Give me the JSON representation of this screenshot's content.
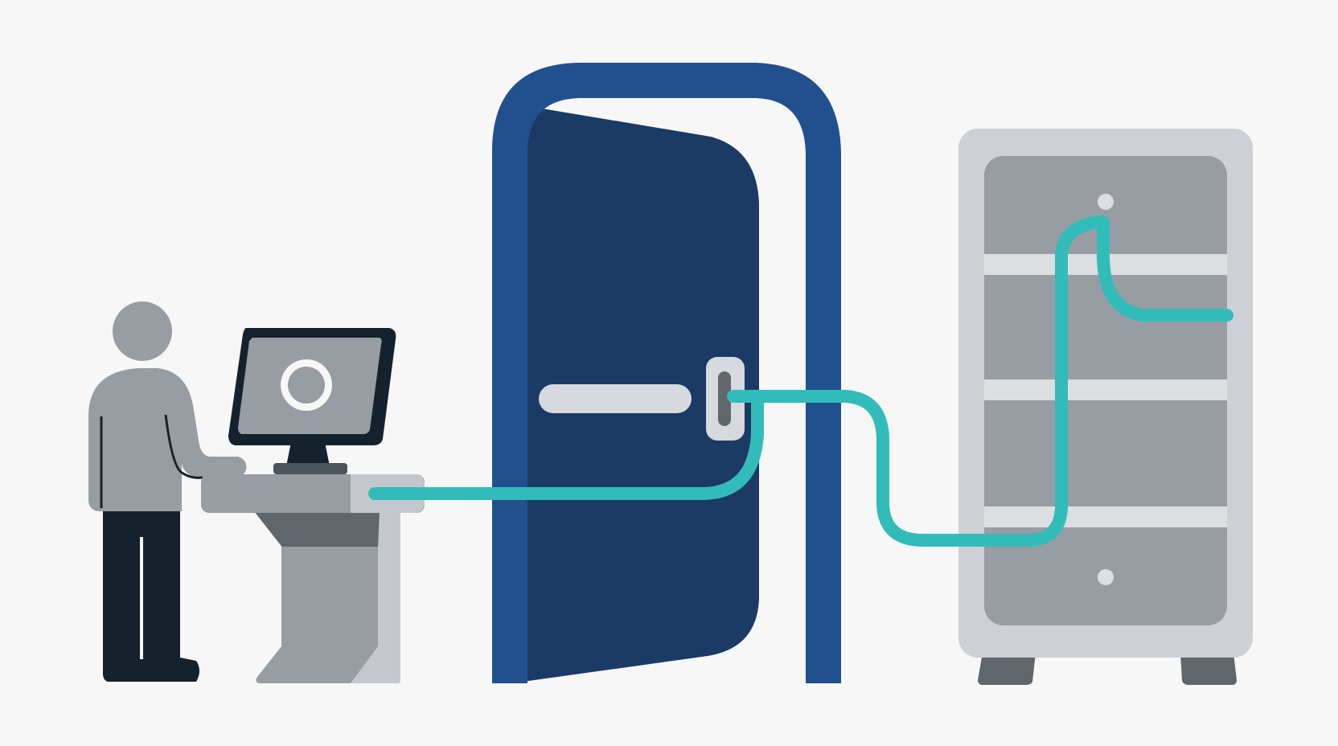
{
  "diagram": {
    "text_labels": [],
    "nodes": [
      {
        "id": "user",
        "icon": "person-icon"
      },
      {
        "id": "workstation",
        "icon": "computer-monitor-icon"
      },
      {
        "id": "doorway",
        "icon": "door-icon"
      },
      {
        "id": "server",
        "icon": "server-rack-icon"
      }
    ],
    "connections": [
      {
        "from": "workstation",
        "to": "doorway",
        "icon": "network-cable-icon"
      },
      {
        "from": "doorway",
        "to": "server",
        "icon": "network-cable-icon"
      }
    ]
  },
  "colors": {
    "background": "#f7f7f7",
    "door_frame": "#21508e",
    "door_panel": "#1b3a66",
    "cable": "#32bcb9",
    "gray_light": "#cdd0d4",
    "gray_mid": "#979da2",
    "gray_dark": "#5f666c",
    "navy_dark": "#14222e"
  }
}
